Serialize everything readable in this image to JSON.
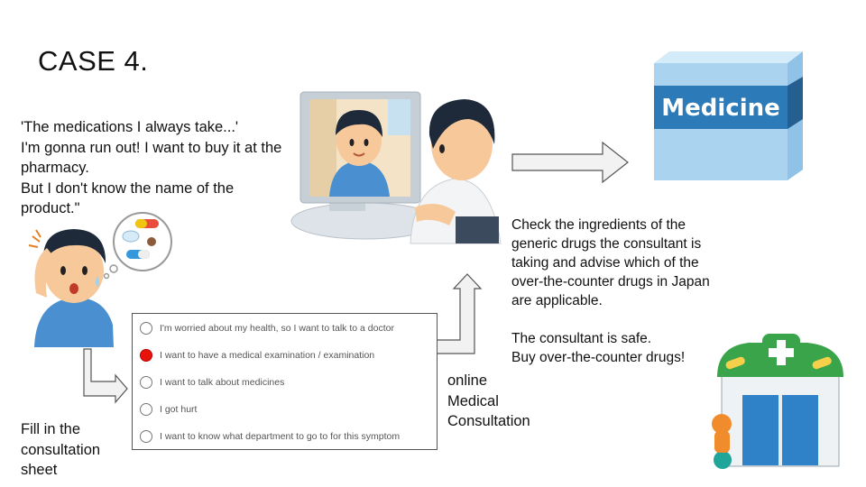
{
  "title": "CASE 4.",
  "quote": "'The medications I always take...'\n  I'm gonna run out! I want to buy it at the pharmacy.\n  But I don't know the name of the product.\"",
  "fill_label": "Fill in the\nconsultation\nsheet",
  "online_label": "online\nMedical\nConsultation",
  "advice": "Check the ingredients of the generic drugs the consultant is taking and advise which of the over-the-counter drugs in Japan are applicable.\n\nThe consultant is safe.\nBuy over-the-counter drugs!",
  "medicine_box_label": "Medicine",
  "form": {
    "options": [
      {
        "label": "I'm worried about my health, so I want to talk to a doctor",
        "selected": false
      },
      {
        "label": "I want to have a medical examination / examination",
        "selected": true
      },
      {
        "label": "I want to talk about medicines",
        "selected": false
      },
      {
        "label": "I got hurt",
        "selected": false
      },
      {
        "label": "I want to know what department to go to for this symptom",
        "selected": false
      }
    ]
  },
  "colors": {
    "radio_selected": "#e8120c",
    "box_blue": "#a9d3ef",
    "box_label_bg": "#2d7ab8",
    "pharmacy_green": "#3aa44a",
    "pharmacy_blue": "#2f82c8",
    "shirt_blue": "#4a8fd0"
  }
}
